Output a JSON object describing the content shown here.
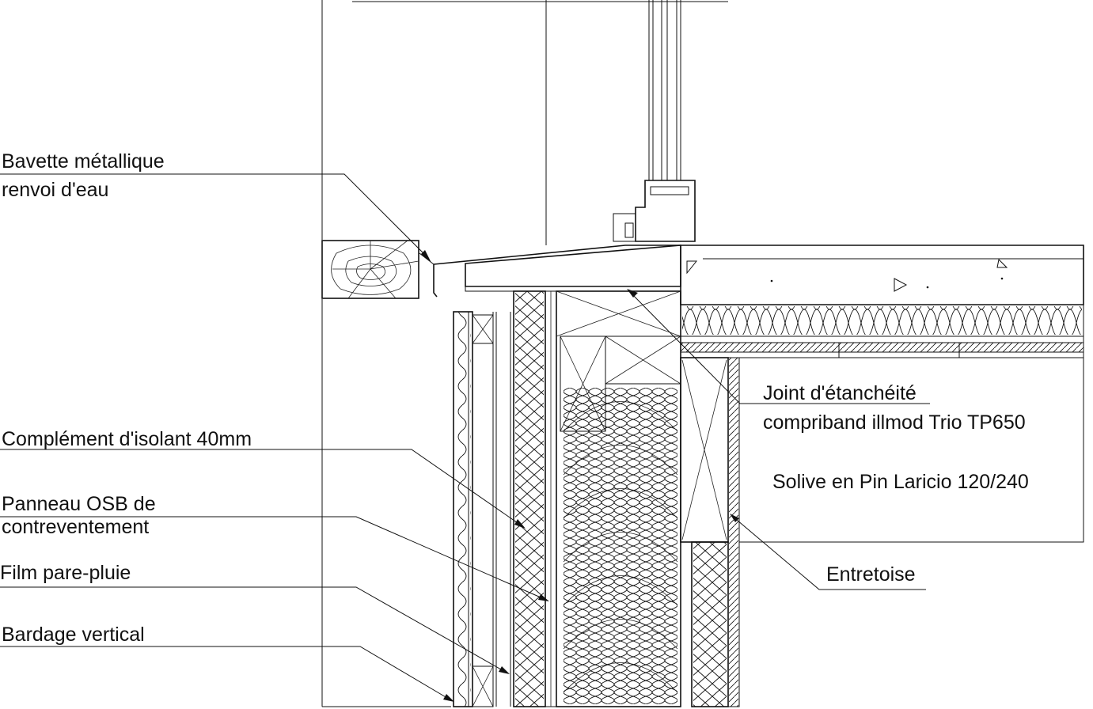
{
  "labels": {
    "bavette_line1": "Bavette métallique",
    "bavette_line2": "renvoi d'eau",
    "complement": "Complément d'isolant 40mm",
    "osb_line1": "Panneau OSB de",
    "osb_line2": "contreventement",
    "film": "Film pare-pluie",
    "bardage": "Bardage vertical",
    "joint_line1": "Joint d'étanchéité",
    "joint_line2": "compriband illmod Trio TP650",
    "solive": "Solive en Pin Laricio 120/240",
    "entretoise": "Entretoise"
  }
}
